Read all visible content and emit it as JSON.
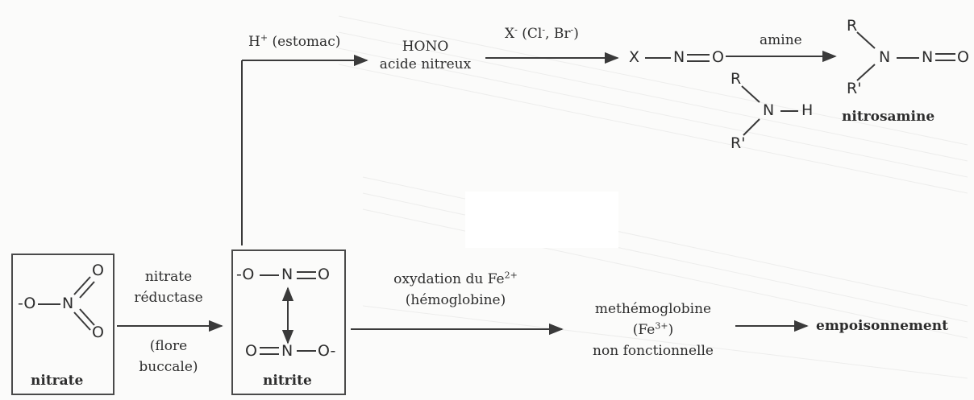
{
  "h_plus": "H",
  "h_plus_sup": "+",
  "estomac": " (estomac)",
  "hono_line1": "HONO",
  "hono_line2": "acide nitreux",
  "halide_x": "X",
  "halide_x_sup": "-",
  "halide_rest": " (Cl",
  "halide_cl_sup": "-",
  "halide_sep": ", Br",
  "halide_br_sup": "-",
  "halide_close": ")",
  "amine_label": "amine",
  "nitrosamine_label": "nitrosamine",
  "nitrate_reductase_l1": "nitrate",
  "nitrate_reductase_l2": "réductase",
  "flore_l1": "(flore",
  "flore_l2": "buccale)",
  "nitrate_label": "nitrate",
  "nitrite_label": "nitrite",
  "oxydation": "oxydation du Fe",
  "oxydation_sup": "2+",
  "hemoglobine": "(hémoglobine)",
  "methemo_l1": "methémoglobine",
  "methemo_l2a": "(Fe",
  "methemo_l2_sup": "3+",
  "methemo_l2b": ")",
  "methemo_l3": "non fonctionnelle",
  "empoisonnement": "empoisonnement",
  "atoms": {
    "X": "X",
    "N": "N",
    "O": "O",
    "R": "R",
    "R_prime": "R'",
    "H": "H",
    "O_minus": "-O",
    "O_minus_right": "O-",
    "bond": "—",
    "double_bond": "="
  },
  "colors": {
    "ink": "#2d2d2d",
    "background": "#fbfbfa",
    "mask": "#ffffff"
  }
}
